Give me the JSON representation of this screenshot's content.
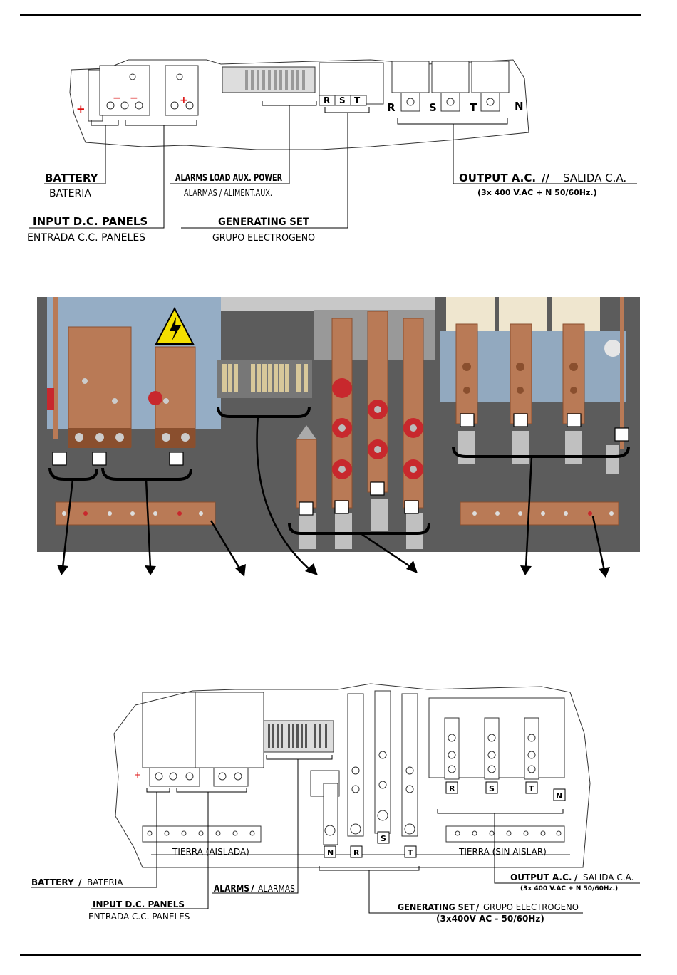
{
  "top_diagram": {
    "battery": "BATTERY",
    "battery_es": "BATERIA",
    "input_dc": "INPUT D.C. PANELS",
    "input_dc_es": "ENTRADA C.C. PANELES",
    "alarms": "ALARMS LOAD AUX. POWER",
    "alarms_es": "ALARMAS / ALIMENT.AUX.",
    "genset": "GENERATING SET",
    "genset_es": "GRUPO ELECTROGENO",
    "output_ac": "OUTPUT A.C.",
    "output_ac_sep": "//",
    "output_ac_es": "SALIDA C.A.",
    "output_ac_spec": "(3x 400 V.AC + N  50/60Hz.)",
    "phase_r": "R",
    "phase_s": "S",
    "phase_t": "T",
    "phase_n": "N",
    "rst_r": "R",
    "rst_s": "S",
    "rst_t": "T",
    "plus": "+",
    "minus": "−"
  },
  "bottom_diagram": {
    "battery": "BATTERY",
    "battery_sep": "/",
    "battery_es": "BATERIA",
    "input_dc": "INPUT D.C. PANELS",
    "input_dc_es": "ENTRADA C.C. PANELES",
    "alarms": "ALARMS",
    "alarms_sep": "/",
    "alarms_es": "ALARMAS",
    "genset": "GENERATING SET",
    "genset_sep": "/",
    "genset_es": "GRUPO ELECTROGENO",
    "genset_spec": "(3x400V AC - 50/60Hz)",
    "output_ac": "OUTPUT A.C.",
    "output_ac_sep": "/",
    "output_ac_es": "SALIDA C.A.",
    "output_ac_spec": "(3x 400 V.AC + N  50/60Hz.)",
    "tierra_aislada": "TIERRA  (AISLADA)",
    "tierra_sin": "TIERRA  (SIN AISLAR)",
    "term_n": "N",
    "term_r": "R",
    "term_s": "S",
    "term_t": "T",
    "out_r": "R",
    "out_s": "S",
    "out_t": "T",
    "out_n": "N",
    "plus": "+"
  },
  "colors": {
    "copper": "#b97a56",
    "copper_dark": "#8a4f2e",
    "panel_dark": "#5c5c5c",
    "panel_blue": "#9bb6d0",
    "red_insulator": "#c8282d",
    "beige": "#efe6cf"
  }
}
